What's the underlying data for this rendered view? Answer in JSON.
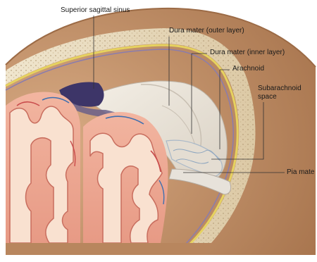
{
  "labels": {
    "superior_sagittal_sinus": "Superior sagittal sinus",
    "dura_outer": "Dura mater (outer layer)",
    "dura_inner": "Dura mater (inner layer)",
    "arachnoid": "Arachnoid",
    "subarachnoid_space": "Subarachnoid space",
    "pia_mater": "Pia mate"
  },
  "colors": {
    "skull_outer": "#c89a74",
    "skull_cut": "#e9dcc0",
    "bone_dots": "#b9a27e",
    "dura": "#ede7dc",
    "dura_shadow": "#cfc7bb",
    "sinus": "#3d3568",
    "cortex": "#eea28f",
    "cortex_dark": "#c86d5e",
    "white_matter": "#f8e0cf",
    "vessel_red": "#c94c4c",
    "vessel_blue": "#3e6fb0",
    "yellow_membrane": "#e8d76a",
    "leader": "#333333"
  }
}
